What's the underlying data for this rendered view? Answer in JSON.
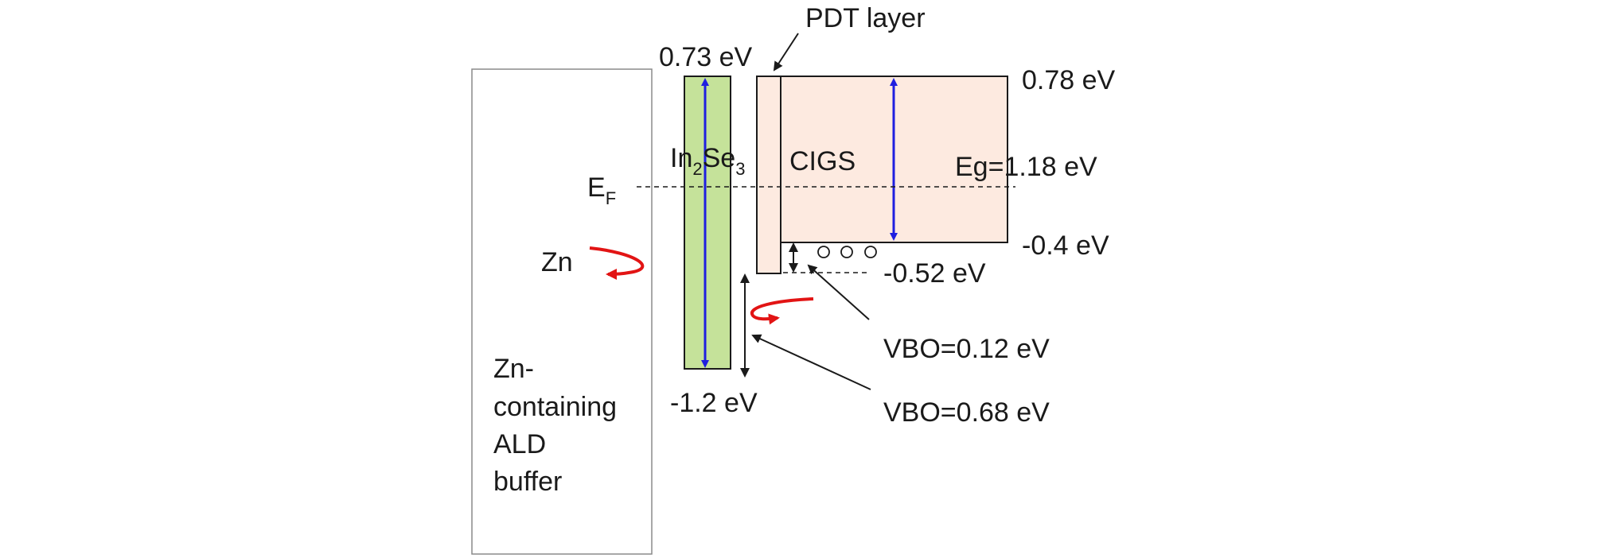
{
  "labels": {
    "pdt_layer": "PDT layer",
    "in2se3_cb": "0.73 eV",
    "cigs_cb": "0.78 eV",
    "cigs": "CIGS",
    "in2se3_main": "In",
    "in2se3_sub1": "2",
    "in2se3_se": "Se",
    "in2se3_sub2": "3",
    "eg": "Eg=1.18 eV",
    "ef_main": "E",
    "ef_sub": "F",
    "cigs_vb": "-0.4 eV",
    "pdt_vb": "-0.52 eV",
    "zn": "Zn",
    "vbo_small": "VBO=0.12 eV",
    "vbo_large": "VBO=0.68 eV",
    "in2se3_vb": "-1.2 eV",
    "buffer": [
      "Zn-",
      "containing",
      "ALD",
      "buffer"
    ]
  },
  "colors": {
    "in2se3_fill": "#c5e29a",
    "cigs_fill": "#fdeae0",
    "gap_arrow": "#1f1fe0",
    "diffusion_arrow": "#e21414",
    "outline": "#1a1a1a",
    "buffer_border": "#8a8a8a"
  }
}
